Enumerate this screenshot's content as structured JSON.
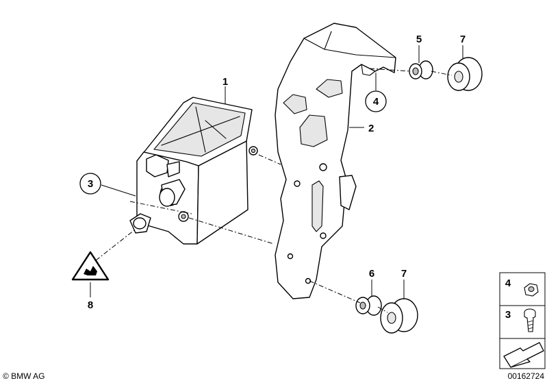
{
  "diagram": {
    "callouts": {
      "c1": "1",
      "c2": "2",
      "c3": "3",
      "c4": "4",
      "c5": "5",
      "c6": "6",
      "c7a": "7",
      "c7b": "7",
      "c8": "8"
    },
    "legend": {
      "nut": "4",
      "bolt": "3"
    },
    "footer": {
      "copyright": "© BMW AG",
      "drawing_number": "00162724"
    }
  }
}
